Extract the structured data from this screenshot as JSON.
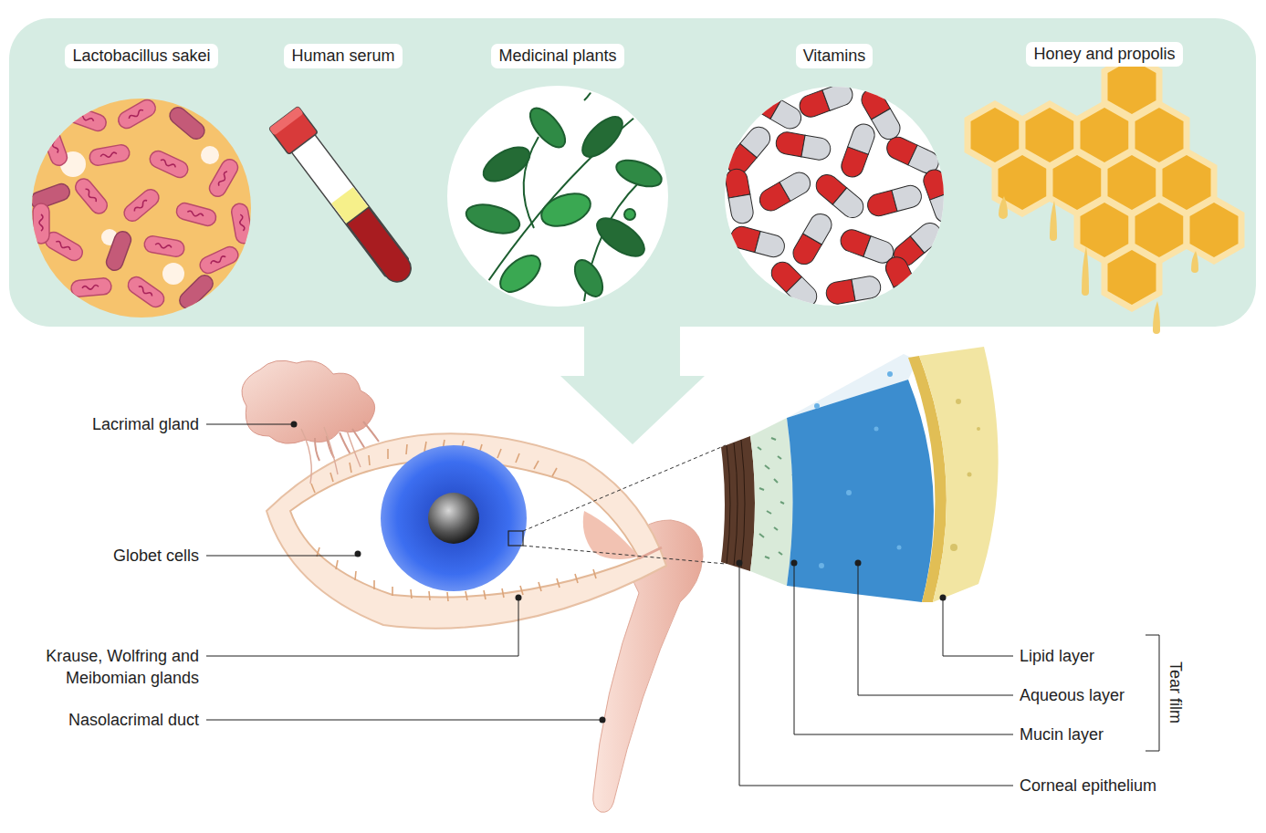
{
  "diagram": {
    "nodes": [
      {
        "text": [
          "Lactobacillus sakei"
        ]
      },
      {
        "text": [
          "Human serum"
        ]
      },
      {
        "text": [
          "Medicinal plants"
        ]
      },
      {
        "text": [
          "Vitamins"
        ]
      },
      {
        "text": [
          "Honey and propolis"
        ]
      }
    ],
    "labels": [
      "Lacrimal gland",
      "Globet cells",
      "Krause, Wolfring and Meibomian glands",
      "Nasolacrimal duct",
      "Lipid layer",
      "Aqueous layer",
      "Mucin layer",
      "Tear film",
      "Corneal epithelium"
    ]
  }
}
